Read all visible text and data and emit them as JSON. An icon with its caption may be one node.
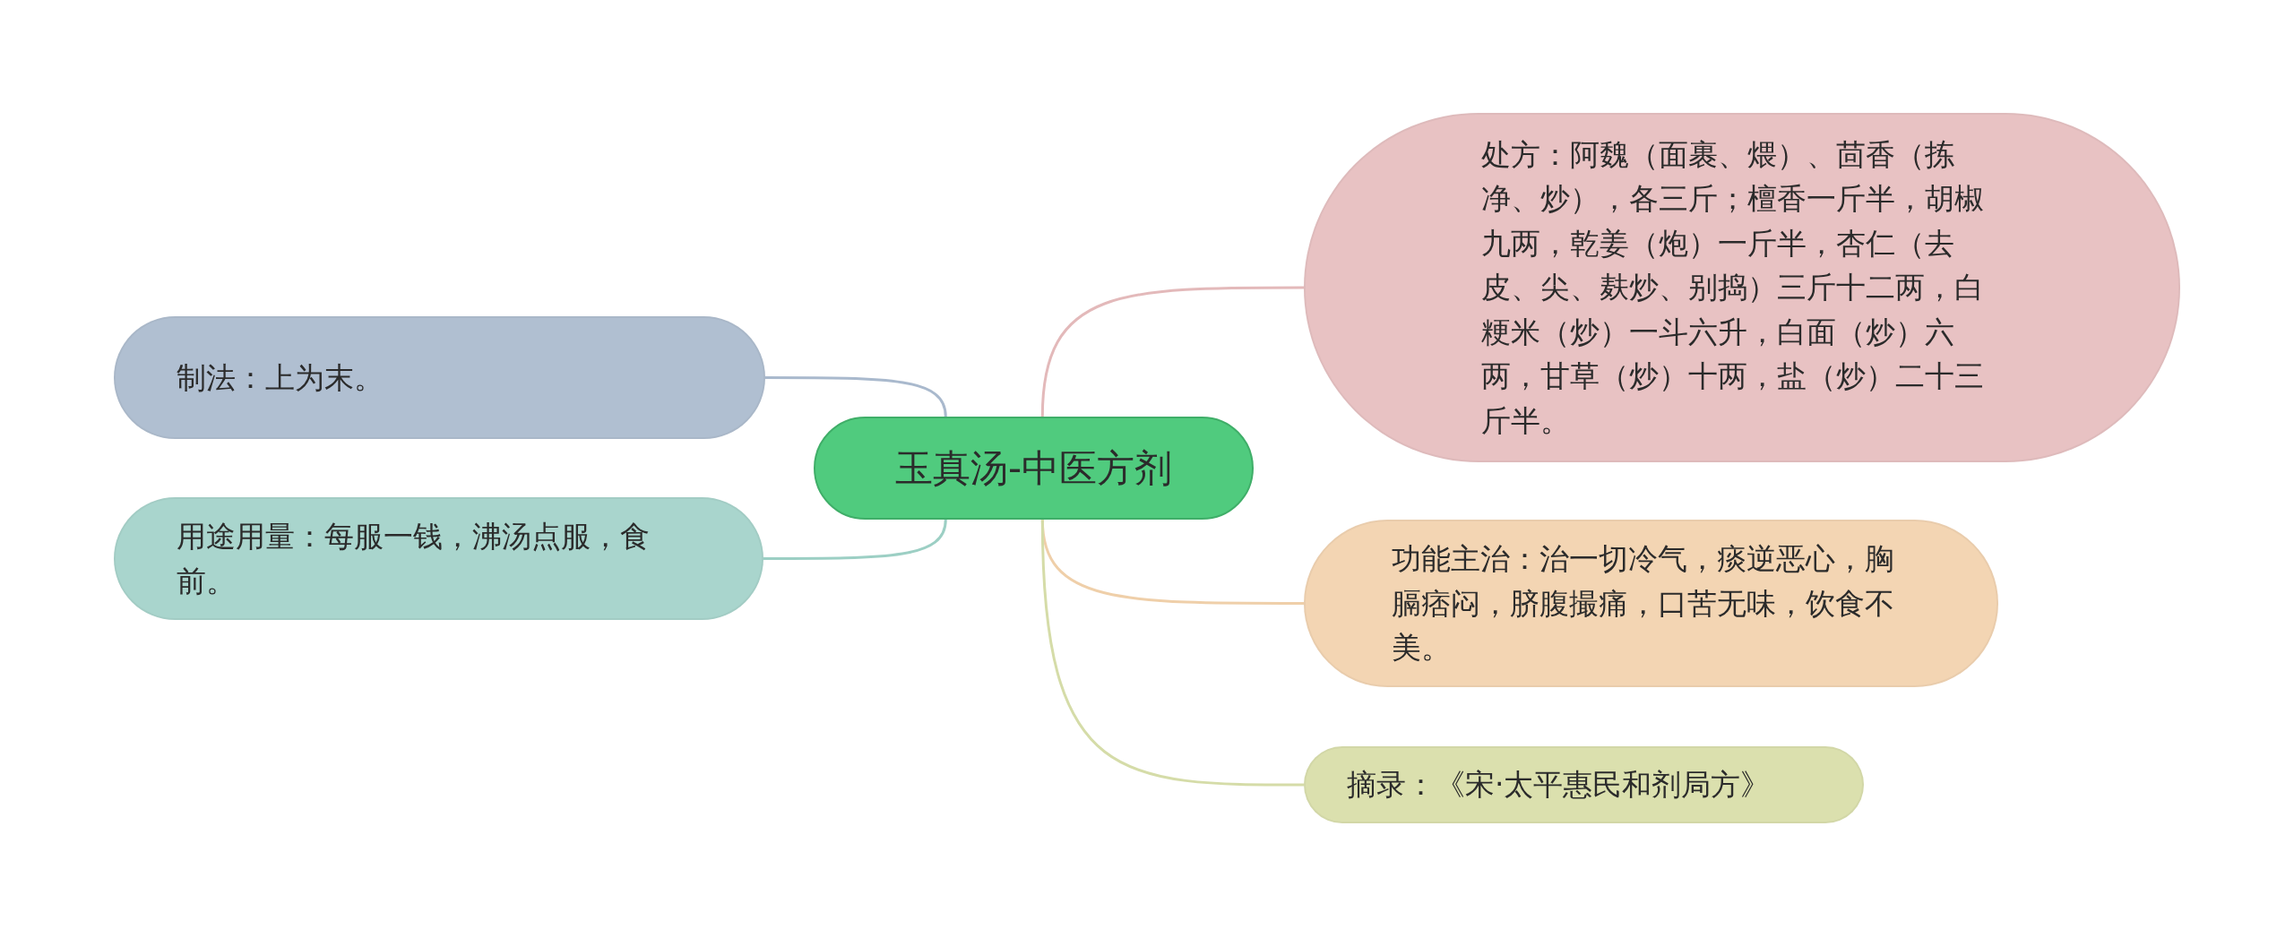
{
  "diagram": {
    "nodes": [
      {
        "text": [
          "玉真汤-中医方剂"
        ]
      },
      {
        "text": [
          "制法：上为末。"
        ]
      },
      {
        "text": [
          "用途用量：每服一钱，沸汤点服，食前。"
        ]
      },
      {
        "text": [
          "处方：阿魏（面裹、煨）、茴香（拣净、炒），各三斤；檀香一斤半，胡椒九两，乾姜（炮）一斤半，杏仁（去皮、尖、麸炒、别捣）三斤十二两，白粳米（炒）一斗六升，白面（炒）六两，甘草（炒）十两，盐（炒）二十三斤半。"
        ]
      },
      {
        "text": [
          "功能主治：治一切冷气，痰逆恶心，胸膈痞闷，脐腹撮痛，口苦无味，饮食不美。"
        ]
      },
      {
        "text": [
          "摘录：《宋·太平惠民和剂局方》"
        ]
      }
    ],
    "edges": [
      {
        "from": 0,
        "to": 1,
        "arrow": "none",
        "color": "#a9b9cd"
      },
      {
        "from": 0,
        "to": 2,
        "arrow": "none",
        "color": "#9ccfc4"
      },
      {
        "from": 0,
        "to": 3,
        "arrow": "none",
        "color": "#e3b9ba"
      },
      {
        "from": 0,
        "to": 4,
        "arrow": "none",
        "color": "#efcfa9"
      },
      {
        "from": 0,
        "to": 5,
        "arrow": "none",
        "color": "#d5dca8"
      }
    ]
  }
}
